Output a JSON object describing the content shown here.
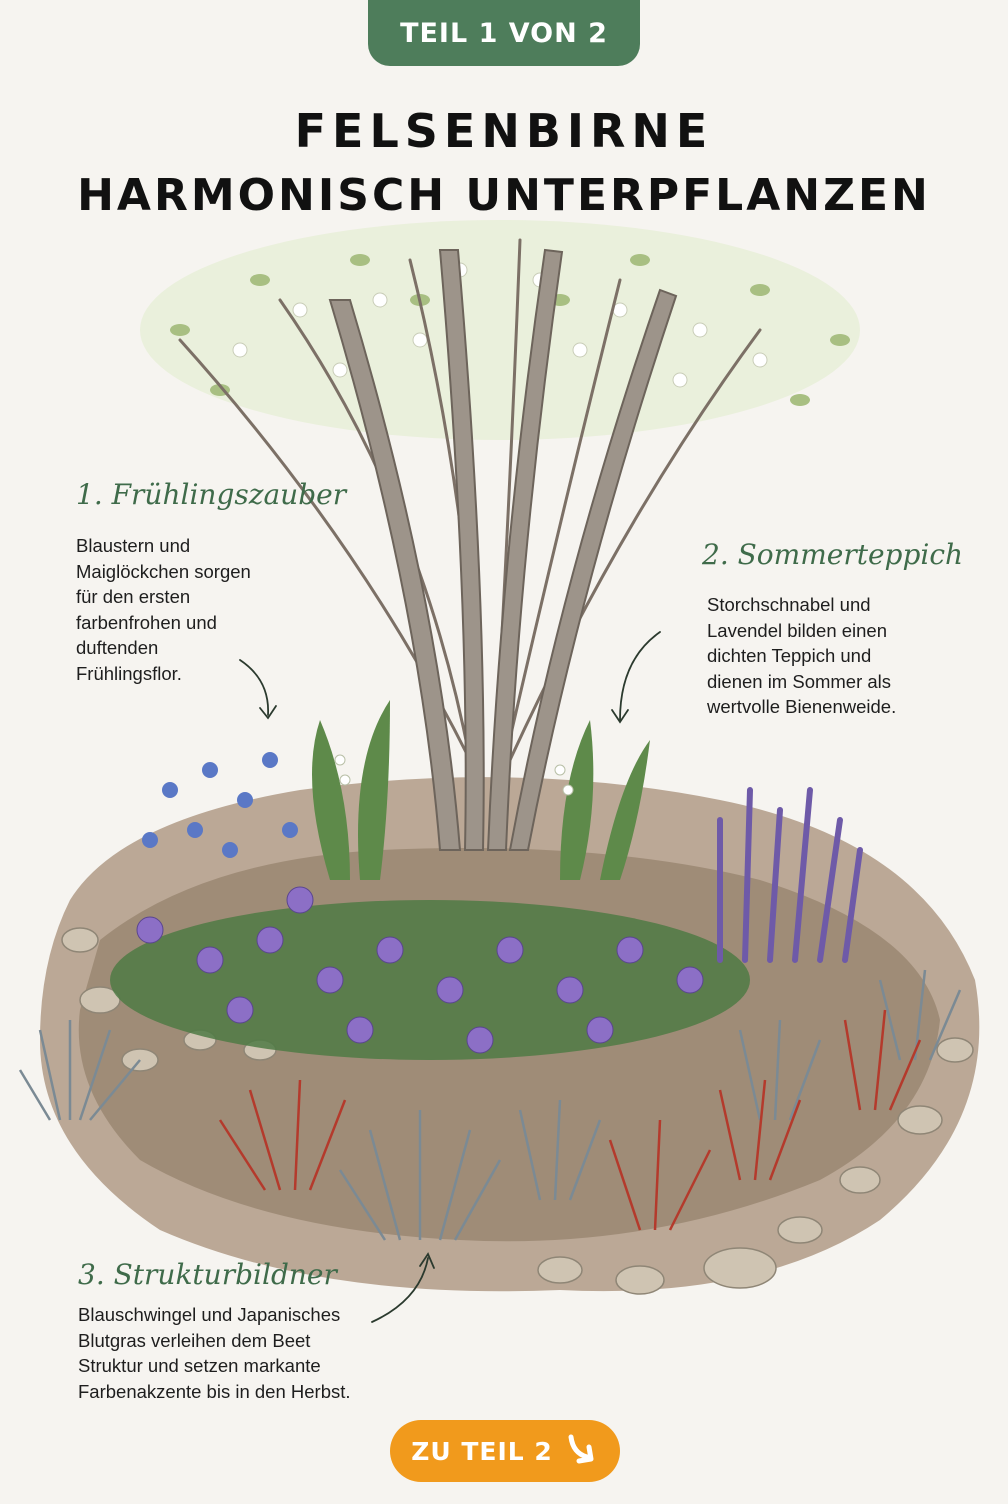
{
  "badge": "TEIL 1 VON 2",
  "title": {
    "line1": "FELSENBIRNE",
    "line2": "HARMONISCH UNTERPFLANZEN"
  },
  "sections": [
    {
      "heading": "1. Frühlingszauber",
      "lines": [
        "Blaustern und",
        "Maiglöckchen sorgen",
        "für den ersten",
        "farbenfrohen und",
        "duftenden",
        "Frühlingsflor."
      ]
    },
    {
      "heading": "2. Sommerteppich",
      "lines": [
        "Storchschnabel und",
        "Lavendel bilden einen",
        "dichten Teppich und",
        "dienen im Sommer als",
        "wertvolle Bienenweide."
      ]
    },
    {
      "heading": "3. Strukturbildner",
      "lines": [
        "Blauschwingel und Japanisches",
        "Blutgras verleihen dem Beet",
        "Struktur und setzen markante",
        "Farbenakzente bis in den Herbst."
      ]
    }
  ],
  "cta": {
    "label": "ZU TEIL 2",
    "icon": "arrow-down-right-icon"
  },
  "colors": {
    "badge": "#4e7d5b",
    "heading": "#3f6b4a",
    "cta": "#f19a1c",
    "background": "#f6f4f0"
  }
}
